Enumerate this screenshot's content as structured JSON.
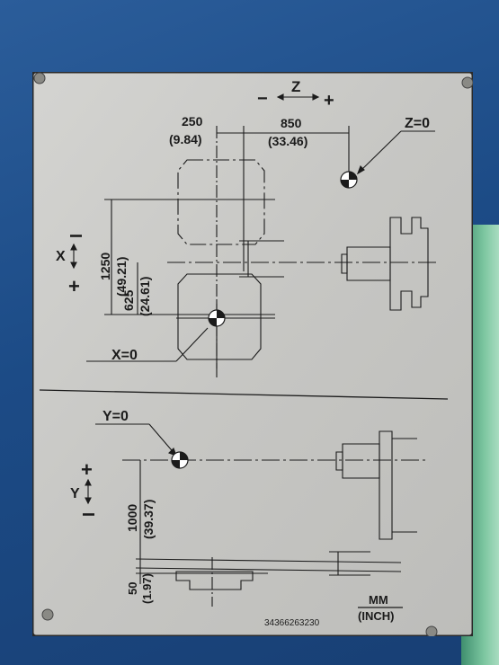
{
  "plate": {
    "z_axis": {
      "label": "Z",
      "minus": "−",
      "plus": "+",
      "zero_label": "Z=0"
    },
    "x_axis": {
      "label": "X",
      "minus": "I",
      "plus": "+",
      "zero_label": "X=0"
    },
    "y_axis": {
      "label": "Y",
      "minus": "I",
      "plus": "+",
      "zero_label": "Y=0"
    },
    "dims": {
      "d250_mm": "250",
      "d250_in": "(9.84)",
      "d850_mm": "850",
      "d850_in": "(33.46)",
      "d1250_mm": "1250",
      "d1250_in": "(49.21)",
      "d625_mm": "625",
      "d625_in": "(24.61)",
      "d1000_mm": "1000",
      "d1000_in": "(39.37)",
      "d50_mm": "50",
      "d50_in": "(1.97)"
    },
    "units": {
      "top": "MM",
      "bottom": "(INCH)"
    },
    "part_number": "34366263230"
  },
  "colors": {
    "frame": "#1f4f8c",
    "plate": "#c9c9c7",
    "ink": "#1b1b1b"
  }
}
